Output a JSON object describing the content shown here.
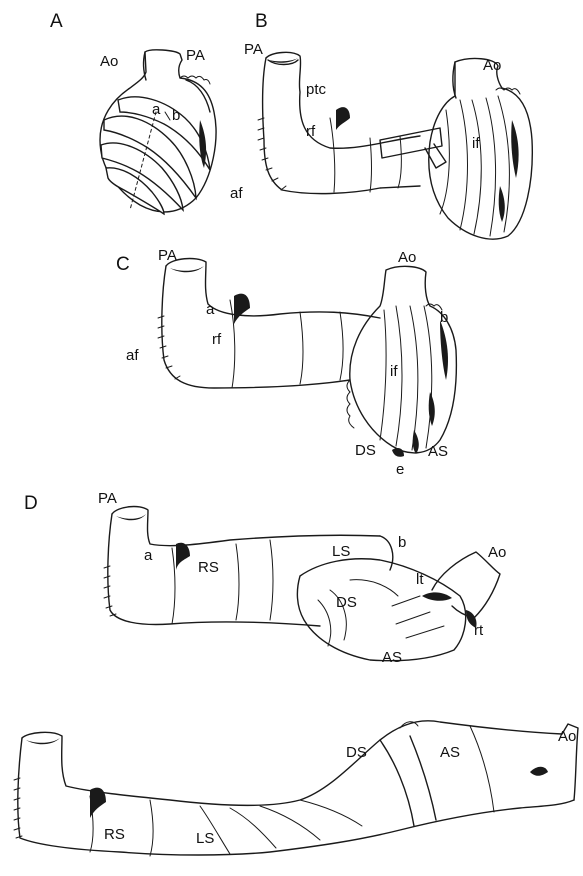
{
  "panels": {
    "A": {
      "letter": "A",
      "labels": {
        "ao": "Ao",
        "pa": "PA",
        "a": "a",
        "b": "b"
      }
    },
    "B": {
      "letter": "B",
      "labels": {
        "pa": "PA",
        "ao": "Ao",
        "ptc": "ptc",
        "rf": "rf",
        "af": "af",
        "if": "if"
      }
    },
    "C": {
      "letter": "C",
      "labels": {
        "pa": "PA",
        "ao": "Ao",
        "a": "a",
        "rf": "rf",
        "af": "af",
        "b": "b",
        "if": "if",
        "ds": "DS",
        "as": "AS",
        "e": "e"
      }
    },
    "D": {
      "letter": "D",
      "labels": {
        "pa": "PA",
        "a": "a",
        "rs": "RS",
        "ls": "LS",
        "b": "b",
        "ao": "Ao",
        "lt": "lt",
        "ds": "DS",
        "as": "AS",
        "rt": "rt"
      }
    },
    "E": {
      "labels": {
        "ao": "Ao",
        "ds": "DS",
        "as": "AS",
        "rs": "RS",
        "ls": "LS"
      }
    }
  }
}
